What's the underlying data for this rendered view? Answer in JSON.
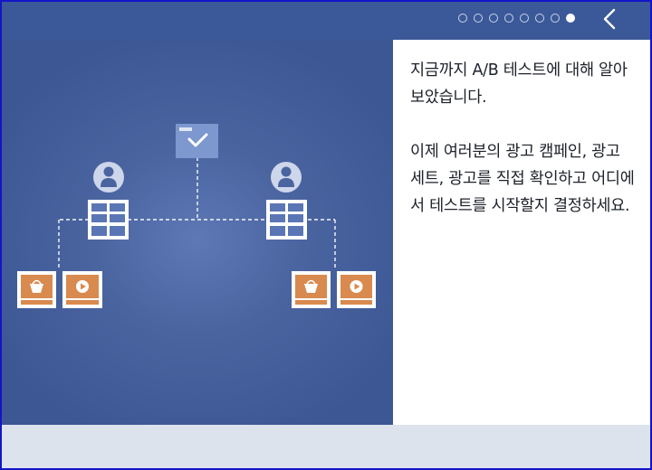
{
  "header": {
    "pager": {
      "total": 8,
      "active_index": 7
    },
    "back_icon": "chevron-left-icon"
  },
  "illustration": {
    "icons": [
      "folder-check-icon",
      "person-icon",
      "ad-grid-icon",
      "shopping-basket-icon",
      "video-play-icon"
    ]
  },
  "panel": {
    "title": "지금까지 A/B 테스트에 대해 알아보았습니다.",
    "body": "이제 여러분의 광고 캠페인, 광고 세트, 광고를 직접 확인하고 어디에서 테스트를 시작할지 결정하세요."
  },
  "colors": {
    "header_bg": "#3b5998",
    "illustration_bg": "#4a64a0",
    "accent_orange": "#d98a4e",
    "folder_blue": "#7d97cf"
  }
}
